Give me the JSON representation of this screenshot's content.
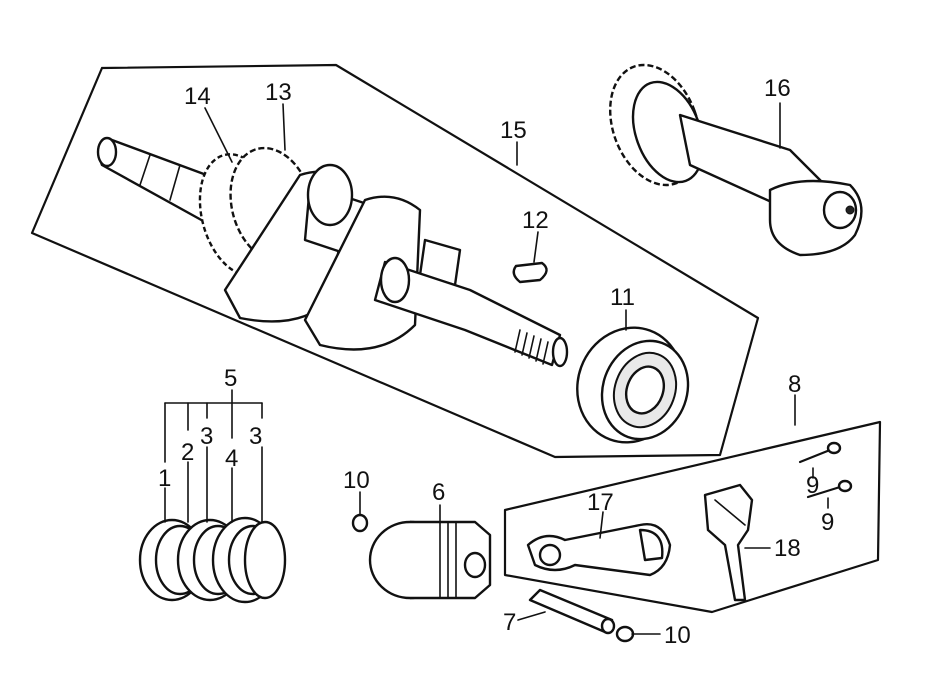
{
  "callouts": {
    "c1": "1",
    "c2": "2",
    "c3a": "3",
    "c3b": "3",
    "c4": "4",
    "c5": "5",
    "c6": "6",
    "c7": "7",
    "c8": "8",
    "c9a": "9",
    "c9b": "9",
    "c10a": "10",
    "c10b": "10",
    "c11": "11",
    "c12": "12",
    "c13": "13",
    "c14": "14",
    "c15": "15",
    "c16": "16",
    "c17": "17",
    "c18": "18"
  }
}
